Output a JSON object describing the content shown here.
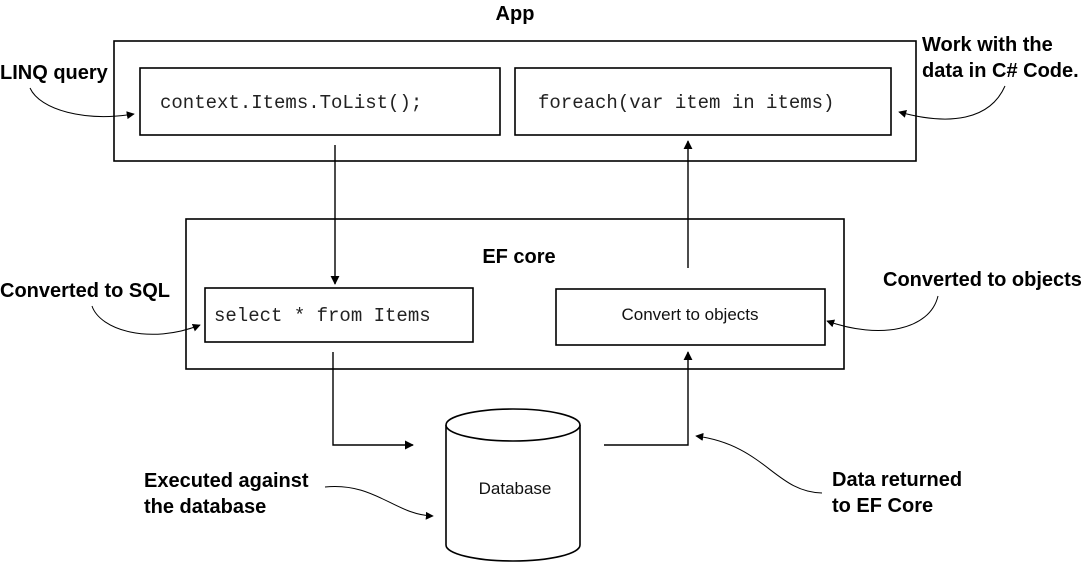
{
  "app": {
    "title": "App",
    "linq_code": "context.Items.ToList();",
    "foreach_code": "foreach(var item in items)"
  },
  "ef_core": {
    "title": "EF core",
    "sql_code": "select * from Items",
    "convert_label": "Convert to objects"
  },
  "database": {
    "label": "Database"
  },
  "annotations": {
    "linq_query": [
      "LINQ query"
    ],
    "work_with_data": [
      "Work with the",
      "data in C# Code."
    ],
    "converted_to_sql": [
      "Converted to SQL"
    ],
    "converted_to_objects": [
      "Converted to objects"
    ],
    "executed_against": [
      "Executed against",
      "the database"
    ],
    "data_returned": [
      "Data returned",
      "to EF Core"
    ]
  }
}
